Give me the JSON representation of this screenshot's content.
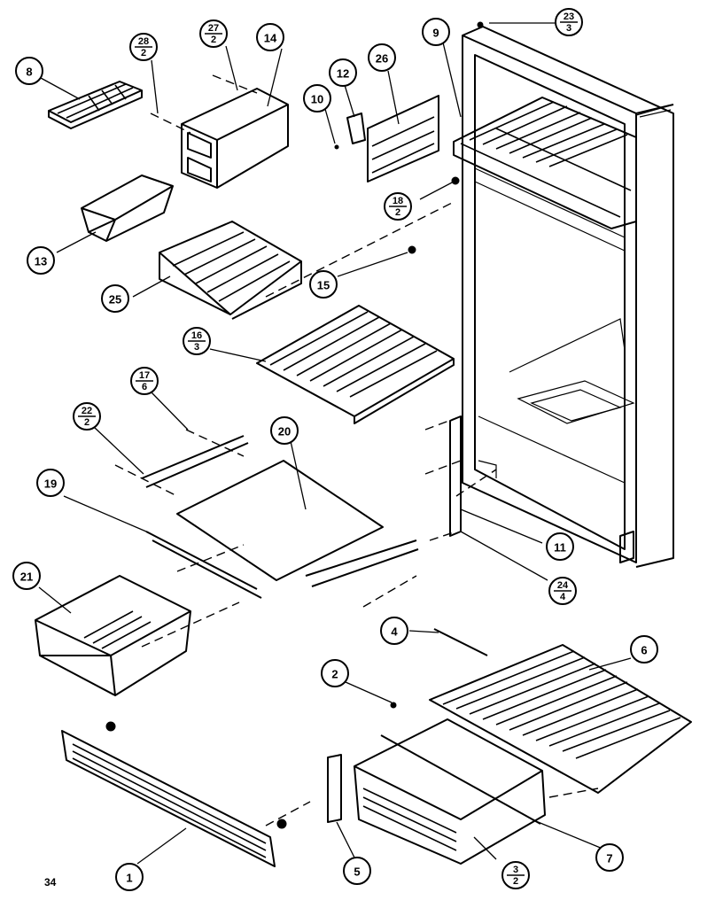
{
  "page_number": "34",
  "callouts": [
    {
      "id": "c1",
      "label": "1"
    },
    {
      "id": "c2",
      "label": "2"
    },
    {
      "id": "c3",
      "label": "3",
      "sub": "2"
    },
    {
      "id": "c4",
      "label": "4"
    },
    {
      "id": "c5",
      "label": "5"
    },
    {
      "id": "c6",
      "label": "6"
    },
    {
      "id": "c7",
      "label": "7"
    },
    {
      "id": "c8",
      "label": "8"
    },
    {
      "id": "c9",
      "label": "9"
    },
    {
      "id": "c10",
      "label": "10"
    },
    {
      "id": "c11",
      "label": "11"
    },
    {
      "id": "c12",
      "label": "12"
    },
    {
      "id": "c13",
      "label": "13"
    },
    {
      "id": "c14",
      "label": "14"
    },
    {
      "id": "c15",
      "label": "15"
    },
    {
      "id": "c16",
      "label": "16",
      "sub": "3"
    },
    {
      "id": "c17",
      "label": "17",
      "sub": "6"
    },
    {
      "id": "c18",
      "label": "18",
      "sub": "2"
    },
    {
      "id": "c19",
      "label": "19"
    },
    {
      "id": "c20",
      "label": "20"
    },
    {
      "id": "c21",
      "label": "21"
    },
    {
      "id": "c22",
      "label": "22",
      "sub": "2"
    },
    {
      "id": "c23",
      "label": "23",
      "sub": "3"
    },
    {
      "id": "c24",
      "label": "24",
      "sub": "4"
    },
    {
      "id": "c25",
      "label": "25"
    },
    {
      "id": "c26",
      "label": "26"
    },
    {
      "id": "c27",
      "label": "27",
      "sub": "2"
    },
    {
      "id": "c28",
      "label": "28",
      "sub": "2"
    }
  ]
}
